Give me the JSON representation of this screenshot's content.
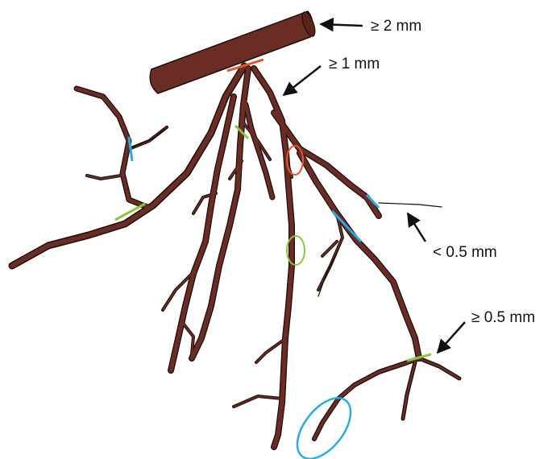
{
  "labels": {
    "ge_2mm": "≥ 2 mm",
    "ge_1mm": "≥ 1 mm",
    "lt_05mm": "< 0.5 mm",
    "ge_05mm": "≥ 0.5 mm"
  },
  "colors": {
    "root": "#6b2c24",
    "root_outline": "#1a0d0b",
    "mark_2mm": "#e8542a",
    "mark_1mm": "#8cc63f",
    "mark_05mm": "#29abe2",
    "arrow": "#111111"
  },
  "icons": {
    "arrow": "arrow-icon"
  }
}
